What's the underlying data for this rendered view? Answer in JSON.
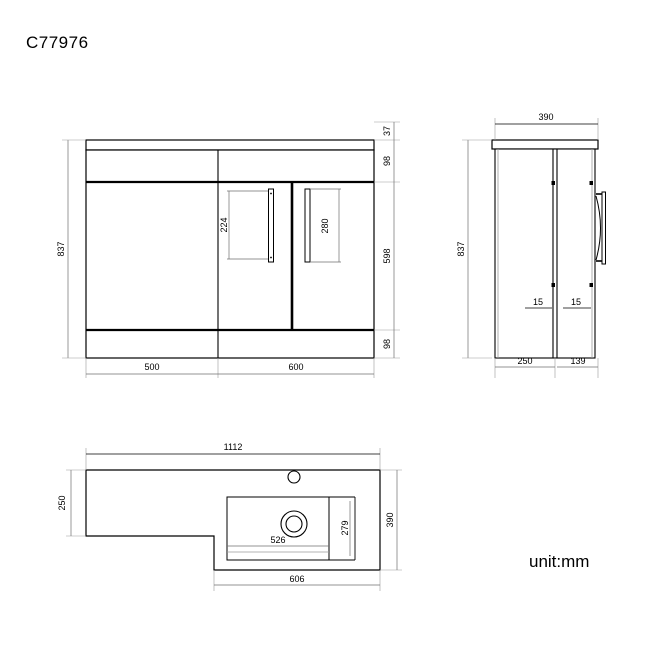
{
  "drawing": {
    "title": "C77976",
    "unit_note": "unit:mm",
    "line_color": "#000000",
    "thin_line_color": "#8a8a8a",
    "background": "#ffffff"
  },
  "views": {
    "front": {
      "name": "front-elevation",
      "dimensions": {
        "total_height": "837",
        "top_counter_thickness": "37",
        "top_drawer_height": "98",
        "door_height": "598",
        "plinth_height": "98",
        "left_section_width": "500",
        "right_section_width": "600",
        "left_handle_length": "224",
        "right_handle_length": "280"
      }
    },
    "side": {
      "name": "side-elevation",
      "dimensions": {
        "total_depth": "390",
        "total_height": "837",
        "front_depth": "250",
        "rear_depth": "139",
        "handle_offset_left": "15",
        "handle_offset_right": "15"
      }
    },
    "plan": {
      "name": "plan-top-view",
      "dimensions": {
        "overall_width": "1112",
        "left_depth": "250",
        "right_depth": "390",
        "basin_inner_width": "526",
        "basin_outer_width": "606",
        "basin_inner_depth": "279"
      }
    }
  }
}
